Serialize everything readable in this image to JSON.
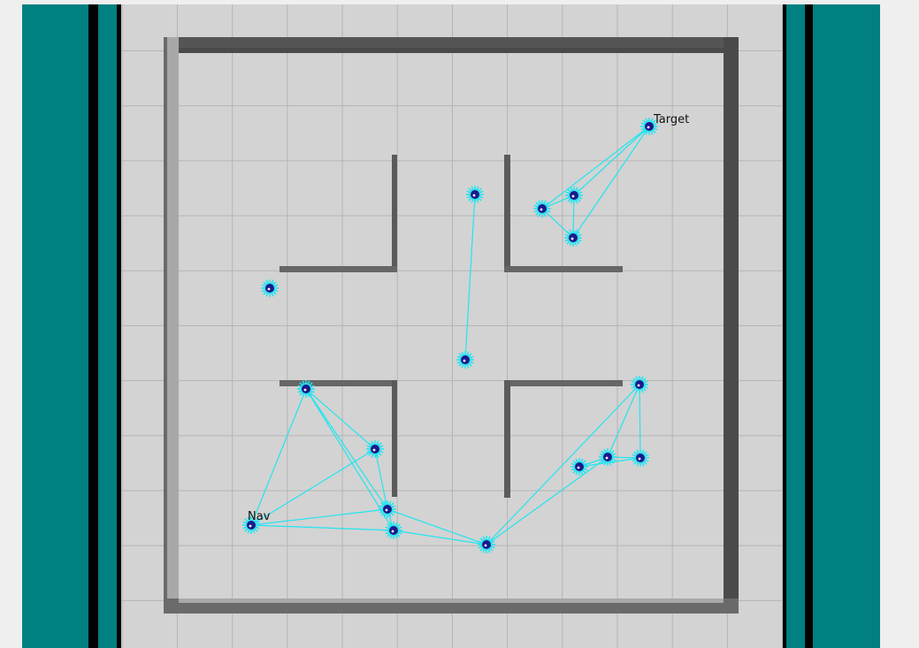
{
  "labels": {
    "target": "Target",
    "nav": "Nav"
  },
  "colors": {
    "background_teal": "#008080",
    "floor": "#d3d3d3",
    "grid": "#b4b4b4",
    "wall_dark": "#555555",
    "wall_light": "#a8a8a8",
    "link_line": "#22e5f0",
    "node_core": "#1a1a8c",
    "node_glow": "#22e5f0"
  },
  "graph": {
    "nodes": [
      {
        "id": "target",
        "label_key": "target"
      },
      {
        "id": "t1"
      },
      {
        "id": "t2"
      },
      {
        "id": "t3"
      },
      {
        "id": "c1"
      },
      {
        "id": "c2"
      },
      {
        "id": "lone"
      },
      {
        "id": "b1"
      },
      {
        "id": "b2"
      },
      {
        "id": "b3"
      },
      {
        "id": "b4"
      },
      {
        "id": "nav",
        "label_key": "nav"
      },
      {
        "id": "s1"
      },
      {
        "id": "r1"
      },
      {
        "id": "r2"
      },
      {
        "id": "r3"
      },
      {
        "id": "r4"
      }
    ],
    "edges": [
      [
        "target",
        "t1"
      ],
      [
        "target",
        "t2"
      ],
      [
        "target",
        "t3"
      ],
      [
        "t1",
        "t2"
      ],
      [
        "t2",
        "t3"
      ],
      [
        "t1",
        "t3"
      ],
      [
        "c1",
        "c2"
      ],
      [
        "b1",
        "nav"
      ],
      [
        "b1",
        "b2"
      ],
      [
        "b1",
        "b3"
      ],
      [
        "b1",
        "b4"
      ],
      [
        "b2",
        "nav"
      ],
      [
        "b2",
        "b3"
      ],
      [
        "nav",
        "b3"
      ],
      [
        "nav",
        "b4"
      ],
      [
        "b3",
        "b4"
      ],
      [
        "b3",
        "s1"
      ],
      [
        "b4",
        "s1"
      ],
      [
        "s1",
        "r1"
      ],
      [
        "s1",
        "r2"
      ],
      [
        "r1",
        "r2"
      ],
      [
        "r2",
        "r3"
      ],
      [
        "r3",
        "r4"
      ],
      [
        "r1",
        "r4"
      ],
      [
        "r2",
        "r4"
      ]
    ]
  }
}
